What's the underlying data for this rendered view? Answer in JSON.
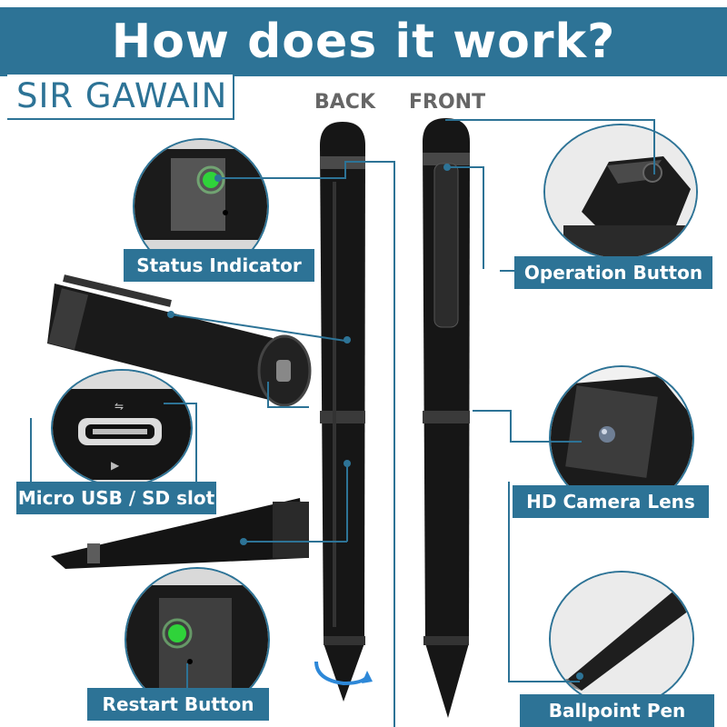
{
  "header": {
    "title": "How does it work?"
  },
  "brand": {
    "logo_text": "SIR GAWAIN"
  },
  "views": {
    "back": "BACK",
    "front": "FRONT"
  },
  "callouts": {
    "status_indicator": "Status Indicator",
    "operation_button": "Operation Button",
    "micro_usb": "Micro USB / SD slot",
    "hd_camera": "HD Camera Lens",
    "restart_button": "Restart Button",
    "ballpoint_pen": "Ballpoint Pen"
  },
  "colors": {
    "accent": "#2d7396",
    "led": "#2fd33a",
    "pen_body": "#161616"
  }
}
